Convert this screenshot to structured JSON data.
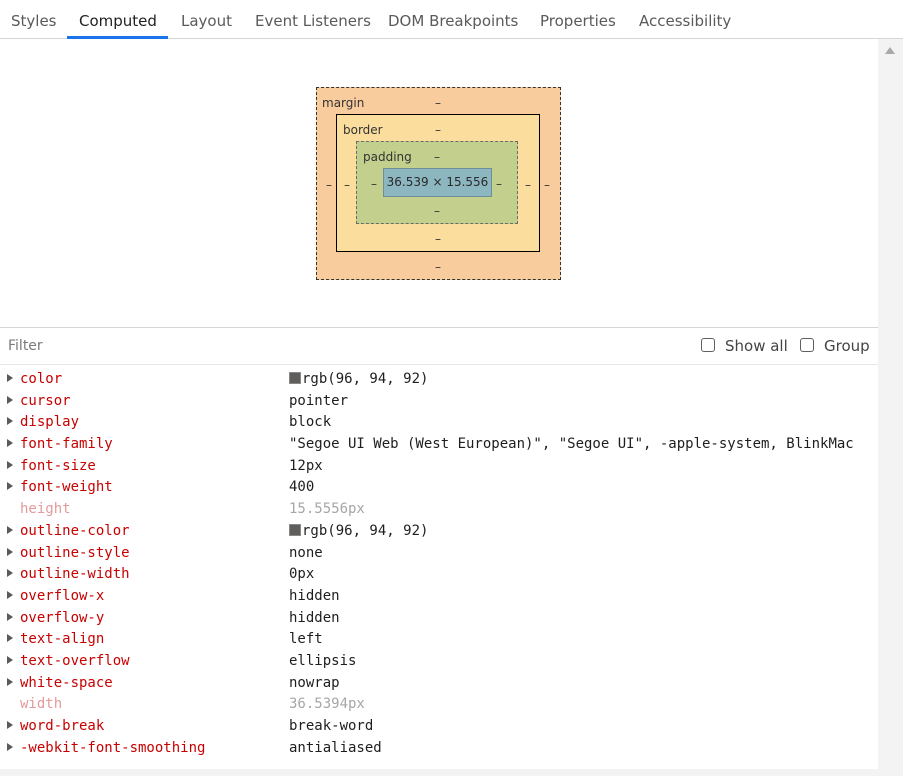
{
  "tabs": [
    {
      "label": "Styles",
      "active": false
    },
    {
      "label": "Computed",
      "active": true
    },
    {
      "label": "Layout",
      "active": false
    },
    {
      "label": "Event Listeners",
      "active": false
    },
    {
      "label": "DOM Breakpoints",
      "active": false
    },
    {
      "label": "Properties",
      "active": false
    },
    {
      "label": "Accessibility",
      "active": false
    }
  ],
  "accent_color": "#1a73e8",
  "box_model": {
    "margin_label": "margin",
    "border_label": "border",
    "padding_label": "padding",
    "content_size": "36.539 × 15.556",
    "empty_value": "–",
    "colors": {
      "margin": "#f9cc9d",
      "border": "#fbdd9d",
      "padding": "#c3cf8c",
      "content": "#8cb6c0"
    }
  },
  "filter": {
    "placeholder": "Filter",
    "value": "",
    "show_all_label": "Show all",
    "show_all_checked": false,
    "group_label": "Group",
    "group_checked": false
  },
  "properties": [
    {
      "name": "color",
      "value": "rgb(96, 94, 92)",
      "expandable": true,
      "inherited": false,
      "swatch": "#605e5c"
    },
    {
      "name": "cursor",
      "value": "pointer",
      "expandable": true,
      "inherited": false
    },
    {
      "name": "display",
      "value": "block",
      "expandable": true,
      "inherited": false
    },
    {
      "name": "font-family",
      "value": "\"Segoe UI Web (West European)\", \"Segoe UI\", -apple-system, BlinkMac",
      "expandable": true,
      "inherited": false
    },
    {
      "name": "font-size",
      "value": "12px",
      "expandable": true,
      "inherited": false
    },
    {
      "name": "font-weight",
      "value": "400",
      "expandable": true,
      "inherited": false
    },
    {
      "name": "height",
      "value": "15.5556px",
      "expandable": false,
      "inherited": true
    },
    {
      "name": "outline-color",
      "value": "rgb(96, 94, 92)",
      "expandable": true,
      "inherited": false,
      "swatch": "#605e5c"
    },
    {
      "name": "outline-style",
      "value": "none",
      "expandable": true,
      "inherited": false
    },
    {
      "name": "outline-width",
      "value": "0px",
      "expandable": true,
      "inherited": false
    },
    {
      "name": "overflow-x",
      "value": "hidden",
      "expandable": true,
      "inherited": false
    },
    {
      "name": "overflow-y",
      "value": "hidden",
      "expandable": true,
      "inherited": false
    },
    {
      "name": "text-align",
      "value": "left",
      "expandable": true,
      "inherited": false
    },
    {
      "name": "text-overflow",
      "value": "ellipsis",
      "expandable": true,
      "inherited": false
    },
    {
      "name": "white-space",
      "value": "nowrap",
      "expandable": true,
      "inherited": false
    },
    {
      "name": "width",
      "value": "36.5394px",
      "expandable": false,
      "inherited": true
    },
    {
      "name": "word-break",
      "value": "break-word",
      "expandable": true,
      "inherited": false
    },
    {
      "name": "-webkit-font-smoothing",
      "value": "antialiased",
      "expandable": true,
      "inherited": false
    }
  ]
}
